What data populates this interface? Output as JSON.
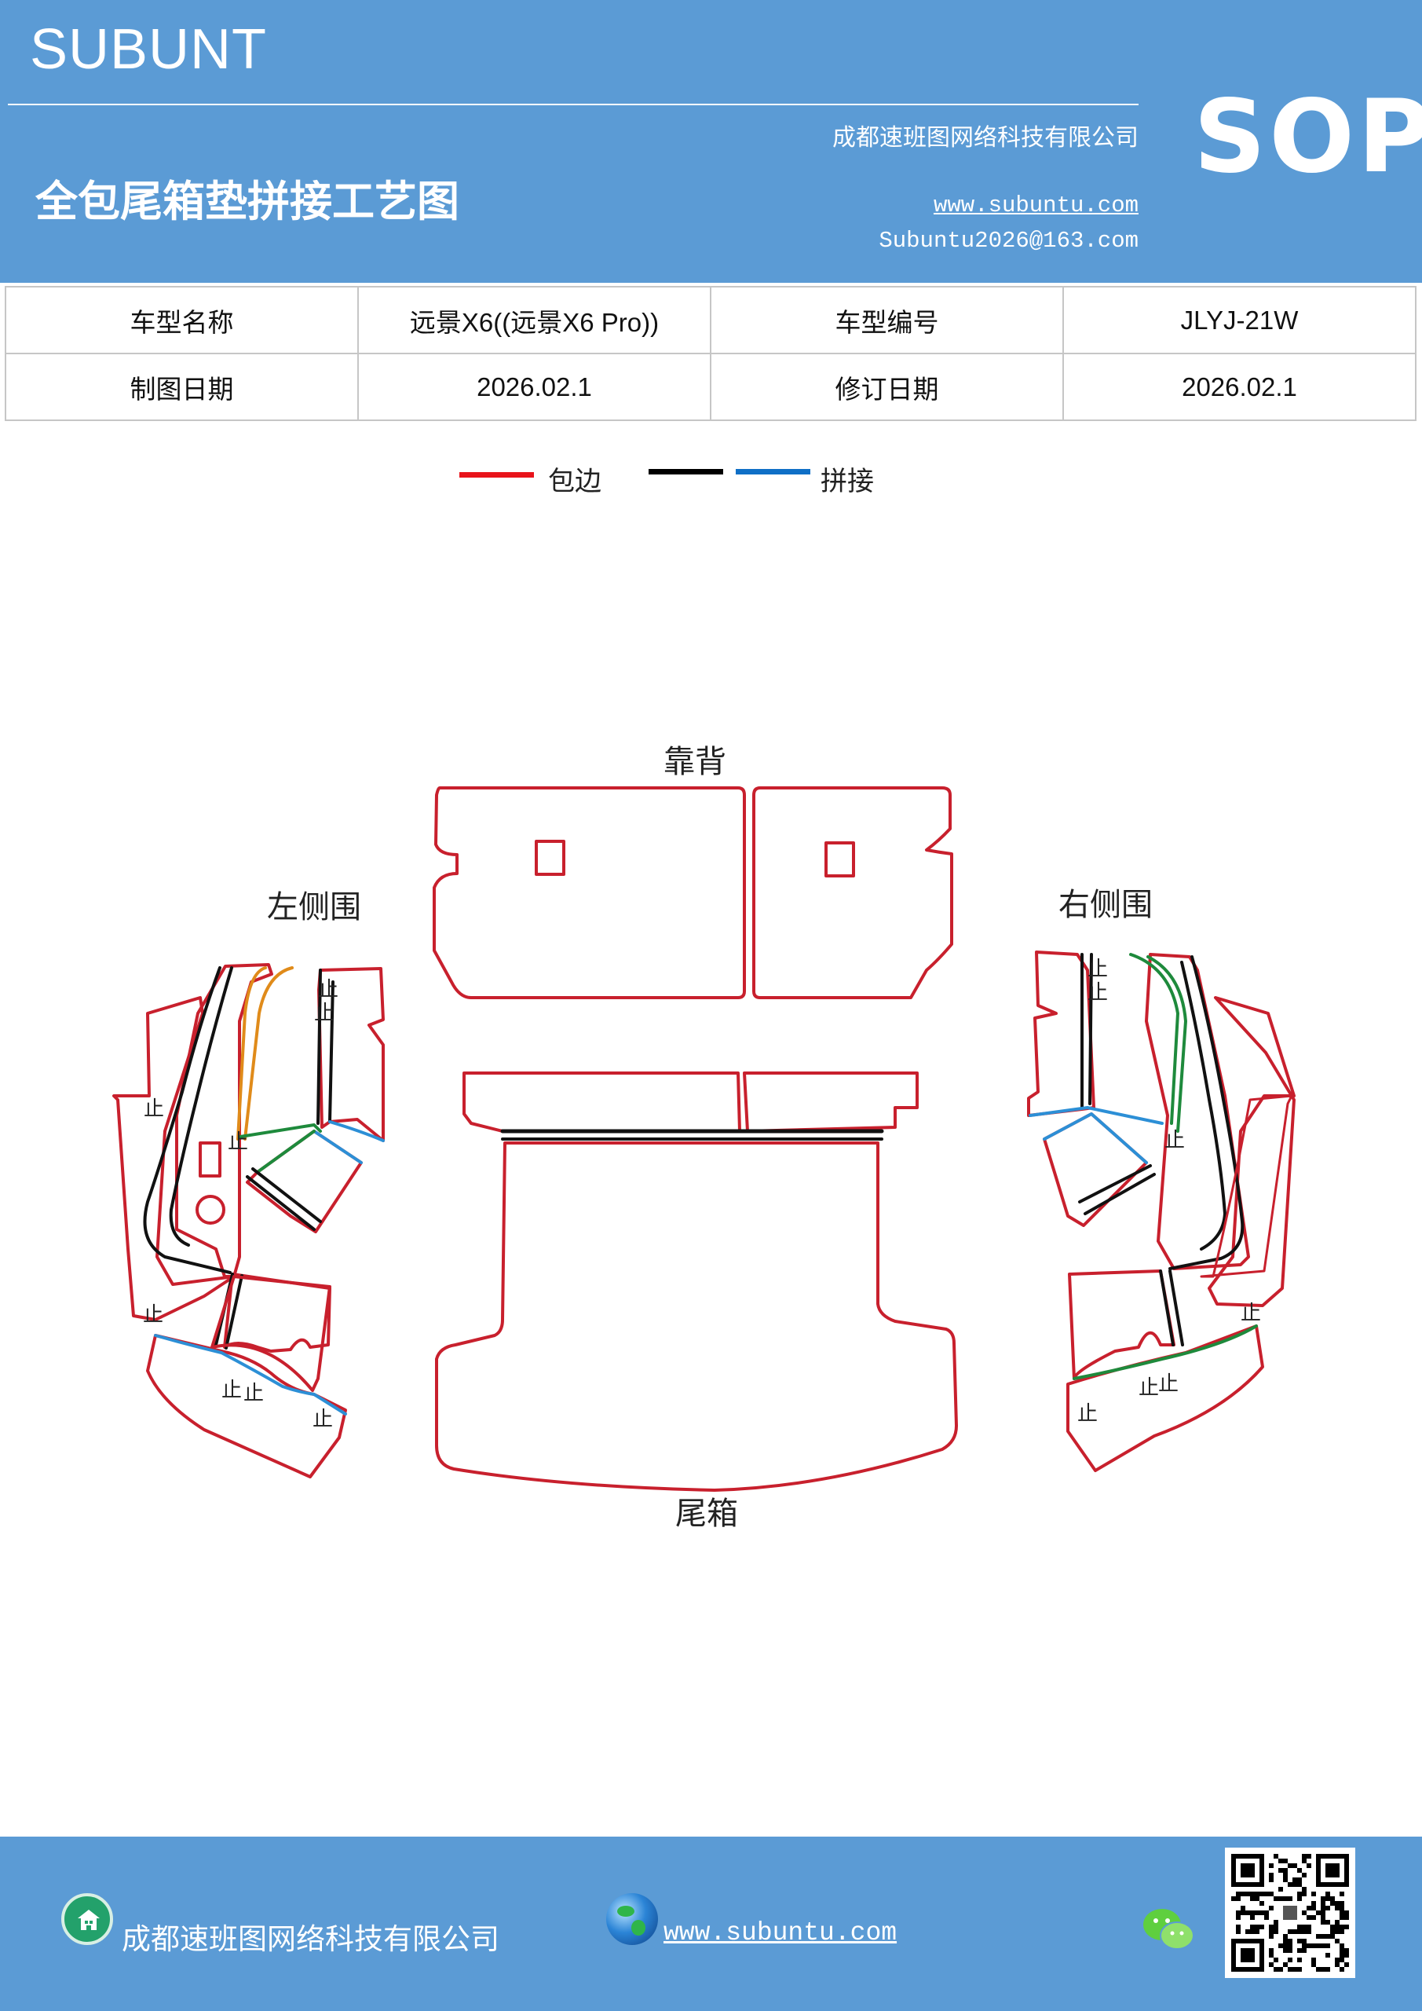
{
  "header": {
    "brand": "SUBUNT",
    "company": "成都速班图网络科技有限公司",
    "doc_title": "全包尾箱垫拼接工艺图",
    "website": "www.subuntu.com",
    "email": "Subuntu2026@163.com",
    "sop_badge": "SOP"
  },
  "info_table": {
    "rows": [
      [
        {
          "text": "车型名称",
          "kind": "label"
        },
        {
          "text": "远景X6((远景X6  Pro))",
          "kind": "value"
        },
        {
          "text": "车型编号",
          "kind": "label"
        },
        {
          "text": "JLYJ-21W",
          "kind": "value"
        }
      ],
      [
        {
          "text": "制图日期",
          "kind": "label"
        },
        {
          "text": "2026.02.1",
          "kind": "value"
        },
        {
          "text": "修订日期",
          "kind": "label"
        },
        {
          "text": "2026.02.1",
          "kind": "value"
        }
      ]
    ]
  },
  "legend": {
    "hem_label": "包边",
    "splice_label": "拼接",
    "colors": {
      "hem": "#e8141b",
      "splice_black": "#000000",
      "splice_blue": "#0f6fc6"
    }
  },
  "diagram": {
    "labels": {
      "backrest": "靠背",
      "left_side": "左侧围",
      "right_side": "右侧围",
      "trunk": "尾箱"
    },
    "stop_mark": "止",
    "colors": {
      "outline": "#c8202d",
      "black": "#111111",
      "blue": "#2c8fd6",
      "orange": "#e08b1a",
      "green": "#1e8a3c"
    }
  },
  "footer": {
    "company": "成都速班图网络科技有限公司",
    "website": "www.subuntu.com"
  },
  "icons": {
    "company": "building-icon",
    "website": "globe-icon",
    "wechat": "wechat-icon",
    "qr": "qr-code"
  }
}
